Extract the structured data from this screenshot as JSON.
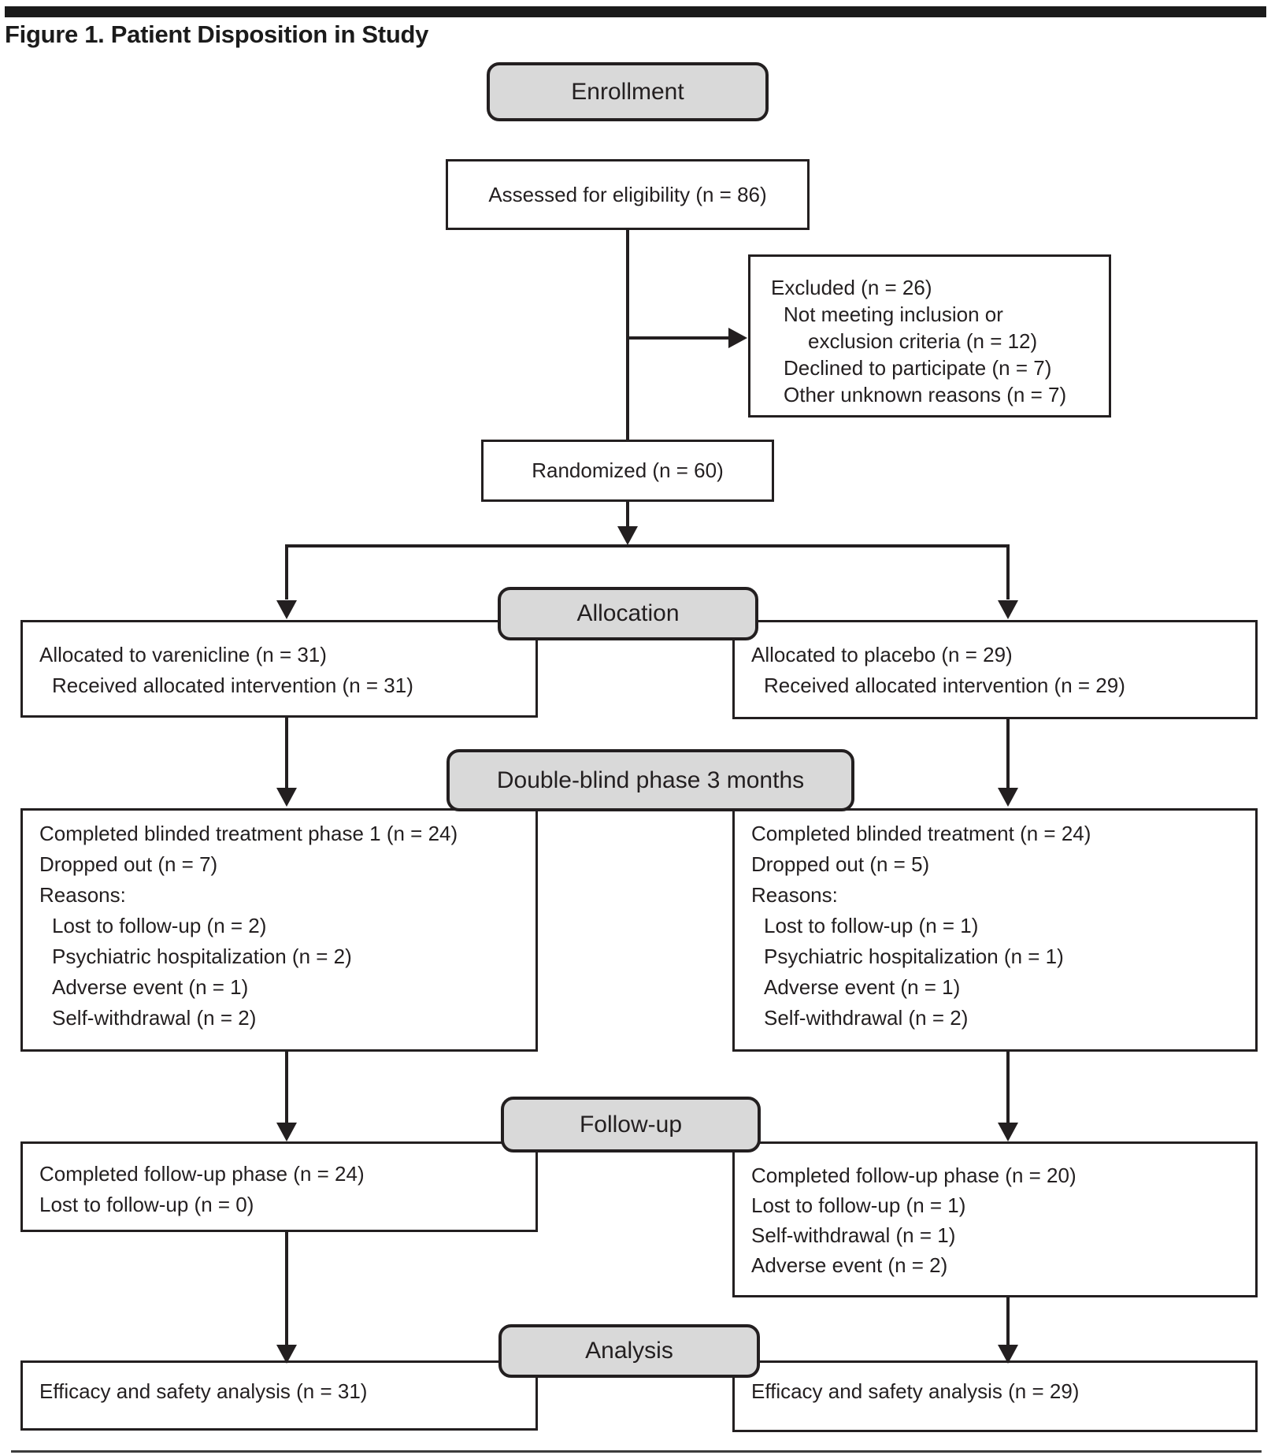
{
  "figure": {
    "title": "Figure 1. Patient Disposition in Study"
  },
  "colors": {
    "stage_fill": "#d9d9d9",
    "ink": "#231f20"
  },
  "stages": {
    "enrollment": "Enrollment",
    "allocation": "Allocation",
    "double_blind": "Double-blind phase 3 months",
    "follow_up": "Follow-up",
    "analysis": "Analysis"
  },
  "boxes": {
    "assessed": {
      "text": "Assessed for eligibility (n = 86)"
    },
    "excluded": {
      "lines": [
        {
          "text": "Excluded (n = 26)",
          "indent": 0
        },
        {
          "text": "Not meeting inclusion or",
          "indent": 1
        },
        {
          "text": "exclusion criteria (n = 12)",
          "indent": 2
        },
        {
          "text": "Declined to participate (n = 7)",
          "indent": 1
        },
        {
          "text": "Other unknown reasons (n = 7)",
          "indent": 1
        }
      ]
    },
    "randomized": {
      "text": "Randomized (n = 60)"
    },
    "allocation_left": {
      "lines": [
        {
          "text": "Allocated to varenicline (n = 31)",
          "indent": 0
        },
        {
          "text": "Received allocated intervention (n = 31)",
          "indent": 1
        }
      ]
    },
    "allocation_right": {
      "lines": [
        {
          "text": "Allocated to placebo (n = 29)",
          "indent": 0
        },
        {
          "text": "Received allocated intervention (n = 29)",
          "indent": 1
        }
      ]
    },
    "double_blind_left": {
      "lines": [
        {
          "text": "Completed blinded treatment phase 1 (n = 24)",
          "indent": 0
        },
        {
          "text": "Dropped out (n = 7)",
          "indent": 0
        },
        {
          "text": "Reasons:",
          "indent": 0
        },
        {
          "text": "Lost to follow-up (n = 2)",
          "indent": 1
        },
        {
          "text": "Psychiatric hospitalization (n = 2)",
          "indent": 1
        },
        {
          "text": "Adverse event (n = 1)",
          "indent": 1
        },
        {
          "text": "Self-withdrawal (n = 2)",
          "indent": 1
        }
      ]
    },
    "double_blind_right": {
      "lines": [
        {
          "text": "Completed blinded treatment (n = 24)",
          "indent": 0
        },
        {
          "text": "Dropped out (n = 5)",
          "indent": 0
        },
        {
          "text": "Reasons:",
          "indent": 0
        },
        {
          "text": "Lost to follow-up (n = 1)",
          "indent": 1
        },
        {
          "text": "Psychiatric hospitalization (n = 1)",
          "indent": 1
        },
        {
          "text": "Adverse event (n = 1)",
          "indent": 1
        },
        {
          "text": "Self-withdrawal (n = 2)",
          "indent": 1
        }
      ]
    },
    "follow_up_left": {
      "lines": [
        {
          "text": "Completed follow-up phase (n = 24)",
          "indent": 0
        },
        {
          "text": "Lost to follow-up (n = 0)",
          "indent": 0
        }
      ]
    },
    "follow_up_right": {
      "lines": [
        {
          "text": "Completed follow-up phase (n = 20)",
          "indent": 0
        },
        {
          "text": "Lost to follow-up (n = 1)",
          "indent": 0
        },
        {
          "text": "Self-withdrawal (n = 1)",
          "indent": 0
        },
        {
          "text": "Adverse event (n = 2)",
          "indent": 0
        }
      ]
    },
    "analysis_left": {
      "lines": [
        {
          "text": "Efficacy and safety analysis (n = 31)",
          "indent": 0
        }
      ]
    },
    "analysis_right": {
      "lines": [
        {
          "text": "Efficacy and safety analysis (n = 29)",
          "indent": 0
        }
      ]
    }
  }
}
